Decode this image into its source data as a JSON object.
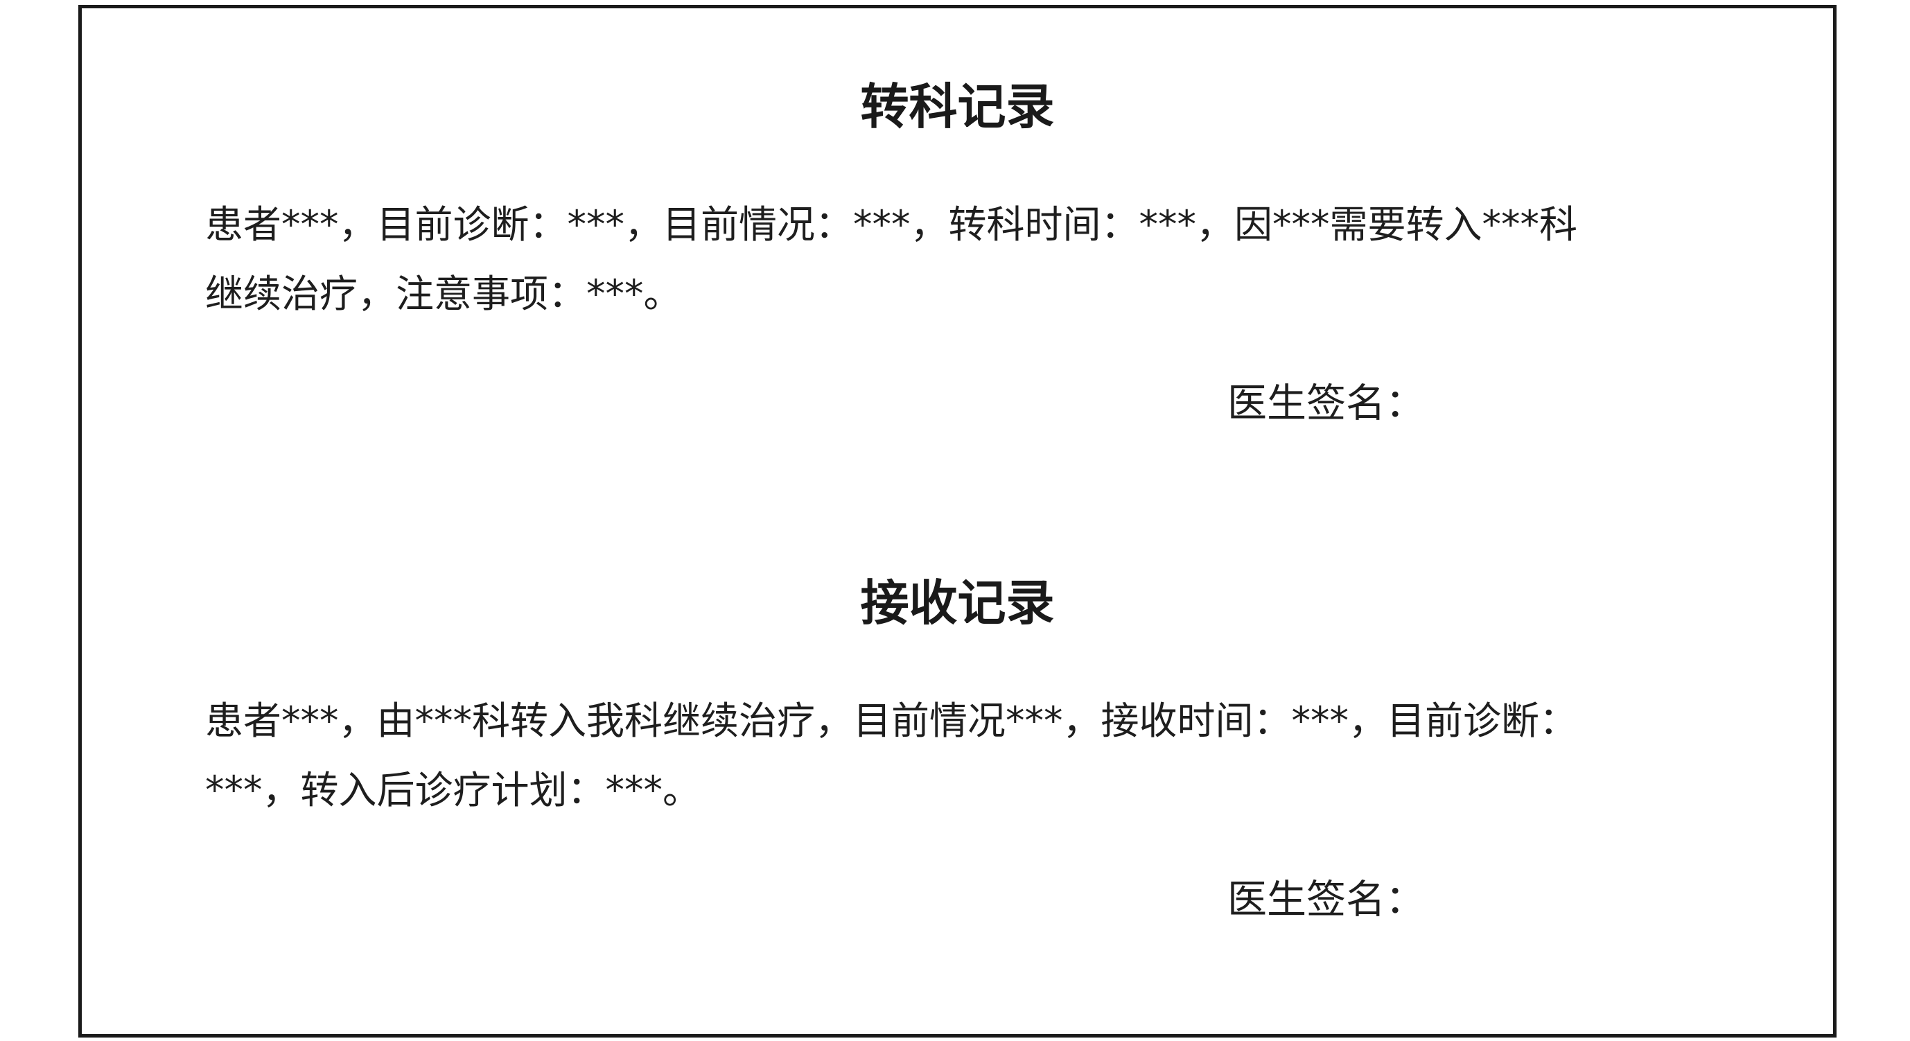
{
  "transfer_out": {
    "title": "转科记录",
    "lines": [
      "患者***，目前诊断：***，目前情况：***，转科时间：***，因***需要转入***科",
      "继续治疗，注意事项：***。"
    ],
    "signature_label": "医生签名："
  },
  "transfer_in": {
    "title": "接收记录",
    "lines": [
      "患者***，由***科转入我科继续治疗，目前情况***，接收时间：***，目前诊断：",
      "***，转入后诊疗计划：***。"
    ],
    "signature_label": "医生签名："
  }
}
